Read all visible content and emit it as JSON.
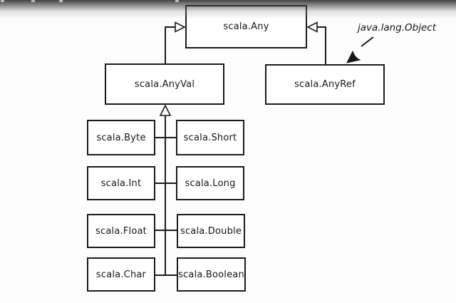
{
  "diagram": {
    "kind": "class-hierarchy",
    "nodes": {
      "any": {
        "label": "scala.Any"
      },
      "anyval": {
        "label": "scala.AnyVal"
      },
      "anyref": {
        "label": "scala.AnyRef"
      },
      "byte": {
        "label": "scala.Byte"
      },
      "short": {
        "label": "scala.Short"
      },
      "int": {
        "label": "scala.Int"
      },
      "long": {
        "label": "scala.Long"
      },
      "float": {
        "label": "scala.Float"
      },
      "double": {
        "label": "scala.Double"
      },
      "char": {
        "label": "scala.Char"
      },
      "boolean": {
        "label": "scala.Boolean"
      }
    },
    "annotation": {
      "label": "java.lang.Object",
      "points_to": "scala.AnyRef"
    },
    "edges": [
      {
        "from": "scala.AnyVal",
        "to": "scala.Any",
        "type": "inheritance"
      },
      {
        "from": "scala.AnyRef",
        "to": "scala.Any",
        "type": "inheritance"
      },
      {
        "from": "scala.Byte",
        "to": "scala.AnyVal",
        "type": "inheritance"
      },
      {
        "from": "scala.Short",
        "to": "scala.AnyVal",
        "type": "inheritance"
      },
      {
        "from": "scala.Int",
        "to": "scala.AnyVal",
        "type": "inheritance"
      },
      {
        "from": "scala.Long",
        "to": "scala.AnyVal",
        "type": "inheritance"
      },
      {
        "from": "scala.Float",
        "to": "scala.AnyVal",
        "type": "inheritance"
      },
      {
        "from": "scala.Double",
        "to": "scala.AnyVal",
        "type": "inheritance"
      },
      {
        "from": "scala.Char",
        "to": "scala.AnyVal",
        "type": "inheritance"
      },
      {
        "from": "scala.Boolean",
        "to": "scala.AnyVal",
        "type": "inheritance"
      }
    ],
    "colors": {
      "line": "#1b1b1b",
      "box_fill": "#ffffff",
      "background": "#fdfdfd",
      "text": "#161616"
    }
  }
}
